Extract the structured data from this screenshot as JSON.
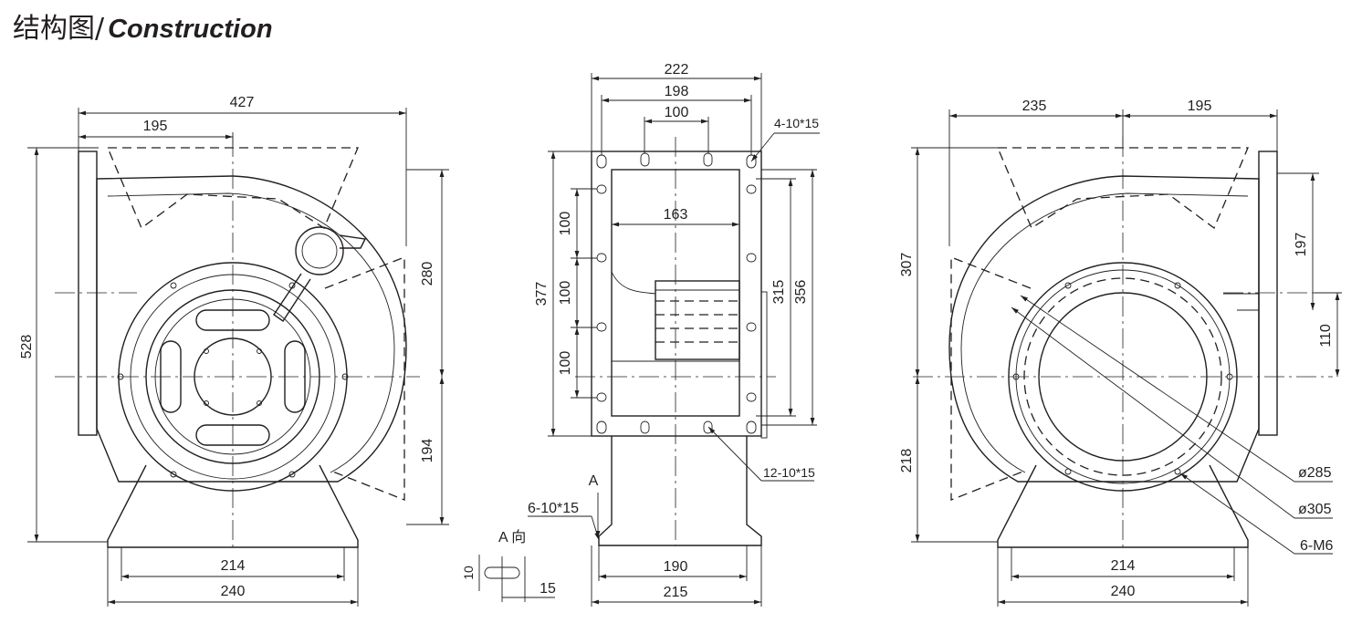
{
  "title": {
    "cn": "结构图/",
    "en": "Construction"
  },
  "left_view": {
    "width_total": "427",
    "width_partial": "195",
    "height_total": "528",
    "height_upper": "280",
    "height_lower": "194",
    "base_inner": "214",
    "base_outer": "240"
  },
  "middle_view": {
    "width_outer": "222",
    "width_holes": "198",
    "width_top_holes": "100",
    "width_inner": "163",
    "height_total": "377",
    "pitch_1": "100",
    "pitch_2": "100",
    "pitch_3": "100",
    "height_inner": "315",
    "height_outer": "356",
    "holes_top": "4-10*15",
    "holes_side": "12-10*15",
    "holes_base": "6-10*15",
    "view_label": "A",
    "view_direction": "A 向",
    "slot_height": "10",
    "slot_length": "15",
    "base_inner": "190",
    "base_outer": "215"
  },
  "right_view": {
    "width_left": "235",
    "width_right": "195",
    "height_upper": "307",
    "height_lower": "218",
    "outlet_height": "197",
    "outlet_offset": "110",
    "dia_1": "ø285",
    "dia_2": "ø305",
    "thread": "6-M6",
    "base_inner": "214",
    "base_outer": "240"
  }
}
